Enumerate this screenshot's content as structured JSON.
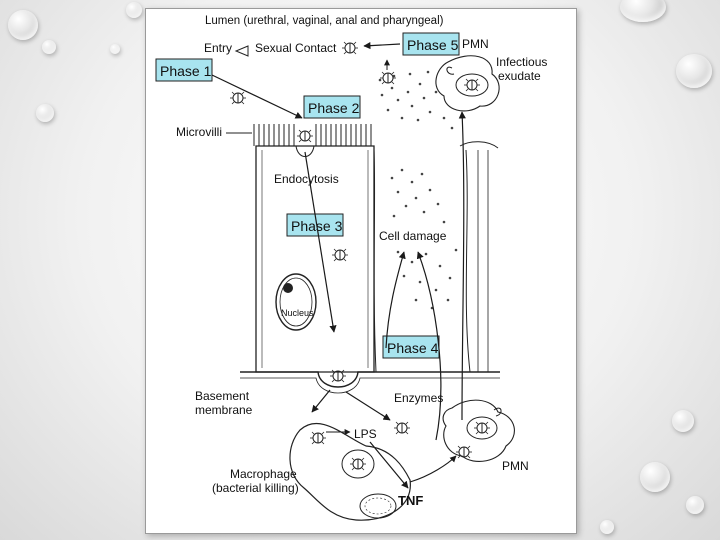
{
  "diagram": {
    "labels": {
      "lumen": "Lumen (urethral, vaginal, anal and pharyngeal)",
      "entry": "Entry",
      "sexual_contact": "Sexual Contact",
      "pmn_top": "PMN",
      "infectious": "Infectious",
      "exudate": "exudate",
      "microvilli": "Microvilli",
      "endocytosis": "Endocytosis",
      "cell_damage": "Cell damage",
      "nucleus": "Nucleus",
      "basement": "Basement",
      "membrane": "membrane",
      "enzymes": "Enzymes",
      "lps": "LPS",
      "macrophage": "Macrophage",
      "bacterial_killing": "(bacterial killing)",
      "tnf": "TNF",
      "pmn_bottom": "PMN"
    },
    "phases": [
      "Phase 1",
      "Phase 2",
      "Phase 3",
      "Phase 4",
      "Phase 5"
    ],
    "colors": {
      "phase_fill": "#a8e4ef",
      "line": "#1a1a1a"
    }
  }
}
